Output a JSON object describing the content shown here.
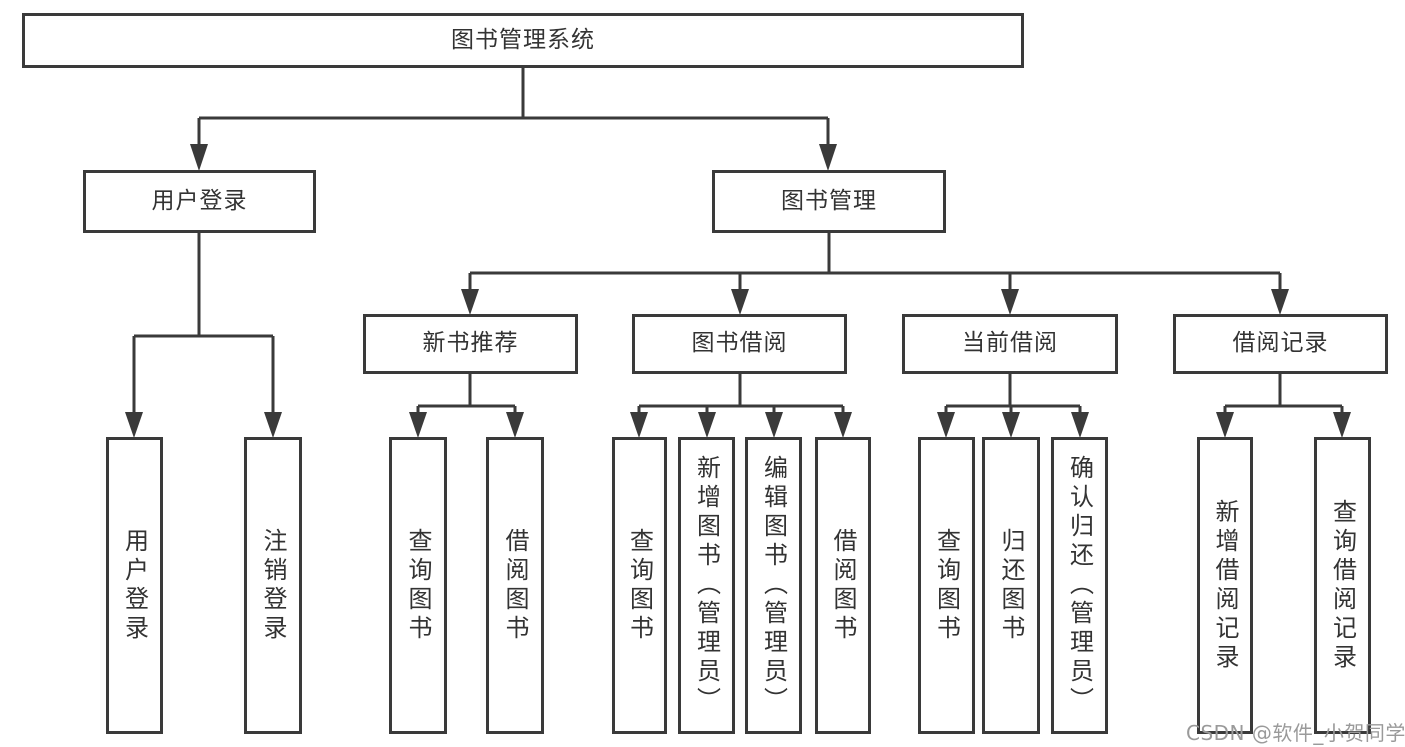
{
  "diagram": {
    "watermark": "CSDN @软件_小贺同学",
    "colors": {
      "line": "#3a3a3a",
      "text": "#333333",
      "background": "#ffffff",
      "watermark": "#9a9a9a"
    },
    "tree": {
      "label": "图书管理系统",
      "children": [
        {
          "label": "用户登录",
          "children": [
            {
              "label": "用户登录"
            },
            {
              "label": "注销登录"
            }
          ]
        },
        {
          "label": "图书管理",
          "children": [
            {
              "label": "新书推荐",
              "children": [
                {
                  "label": "查询图书"
                },
                {
                  "label": "借阅图书"
                }
              ]
            },
            {
              "label": "图书借阅",
              "children": [
                {
                  "label": "查询图书"
                },
                {
                  "label": "新增图书（管理员）"
                },
                {
                  "label": "编辑图书（管理员）"
                },
                {
                  "label": "借阅图书"
                }
              ]
            },
            {
              "label": "当前借阅",
              "children": [
                {
                  "label": "查询图书"
                },
                {
                  "label": "归还图书"
                },
                {
                  "label": "确认归还（管理员）"
                }
              ]
            },
            {
              "label": "借阅记录",
              "children": [
                {
                  "label": "新增借阅记录"
                },
                {
                  "label": "查询借阅记录"
                }
              ]
            }
          ]
        }
      ]
    }
  }
}
